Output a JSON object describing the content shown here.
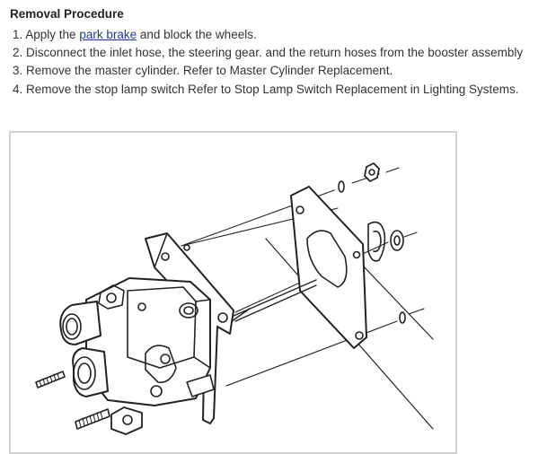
{
  "procedure": {
    "heading": "Removal Procedure",
    "steps": [
      {
        "number": "1.",
        "before": "Apply the ",
        "link": "park brake",
        "after": " and block the wheels."
      },
      {
        "number": "2.",
        "text": "Disconnect the inlet hose, the steering gear. and the return hoses from the booster assembly"
      },
      {
        "number": "3.",
        "text": "Remove the master cylinder. Refer to Master Cylinder Replacement."
      },
      {
        "number": "4.",
        "text": "Remove the stop lamp switch Refer to Stop Lamp Switch Replacement in Lighting Systems."
      }
    ]
  },
  "figure": {
    "subject": "brake booster assembly exploded view",
    "line_color": "#222222",
    "frame_color": "#d0d0d0"
  },
  "colors": {
    "link": "#1a3f8f",
    "text": "#333333"
  }
}
